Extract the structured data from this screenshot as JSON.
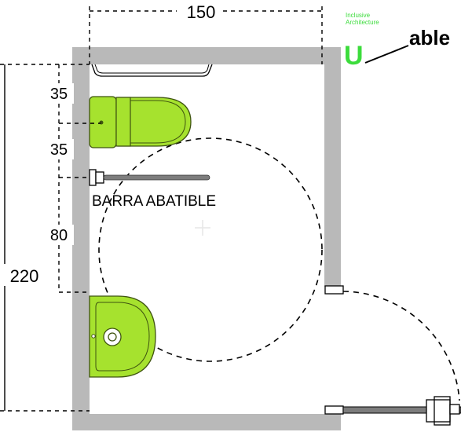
{
  "dimensions": {
    "width": "150",
    "height": "220",
    "segment_1": "35",
    "segment_2": "35",
    "segment_3": "80"
  },
  "labels": {
    "grab_bar": "BARRA ABATIBLE"
  },
  "brand": {
    "tagline_line1": "Inclusive",
    "tagline_line2": "Architecture",
    "logo_letter": "U",
    "logo_word": "able"
  },
  "colors": {
    "wall": "#b9b9b9",
    "fixture": "#a6e22e",
    "fixture_stroke": "#3f5410",
    "brand_green": "#3cdc3c",
    "bar": "#7d7d7d"
  },
  "icons": {
    "toilet": "toilet-icon",
    "sink": "sink-icon",
    "grab_bar": "folding-grab-bar-icon",
    "door": "sliding-door-icon",
    "turning_circle": "turning-circle"
  }
}
